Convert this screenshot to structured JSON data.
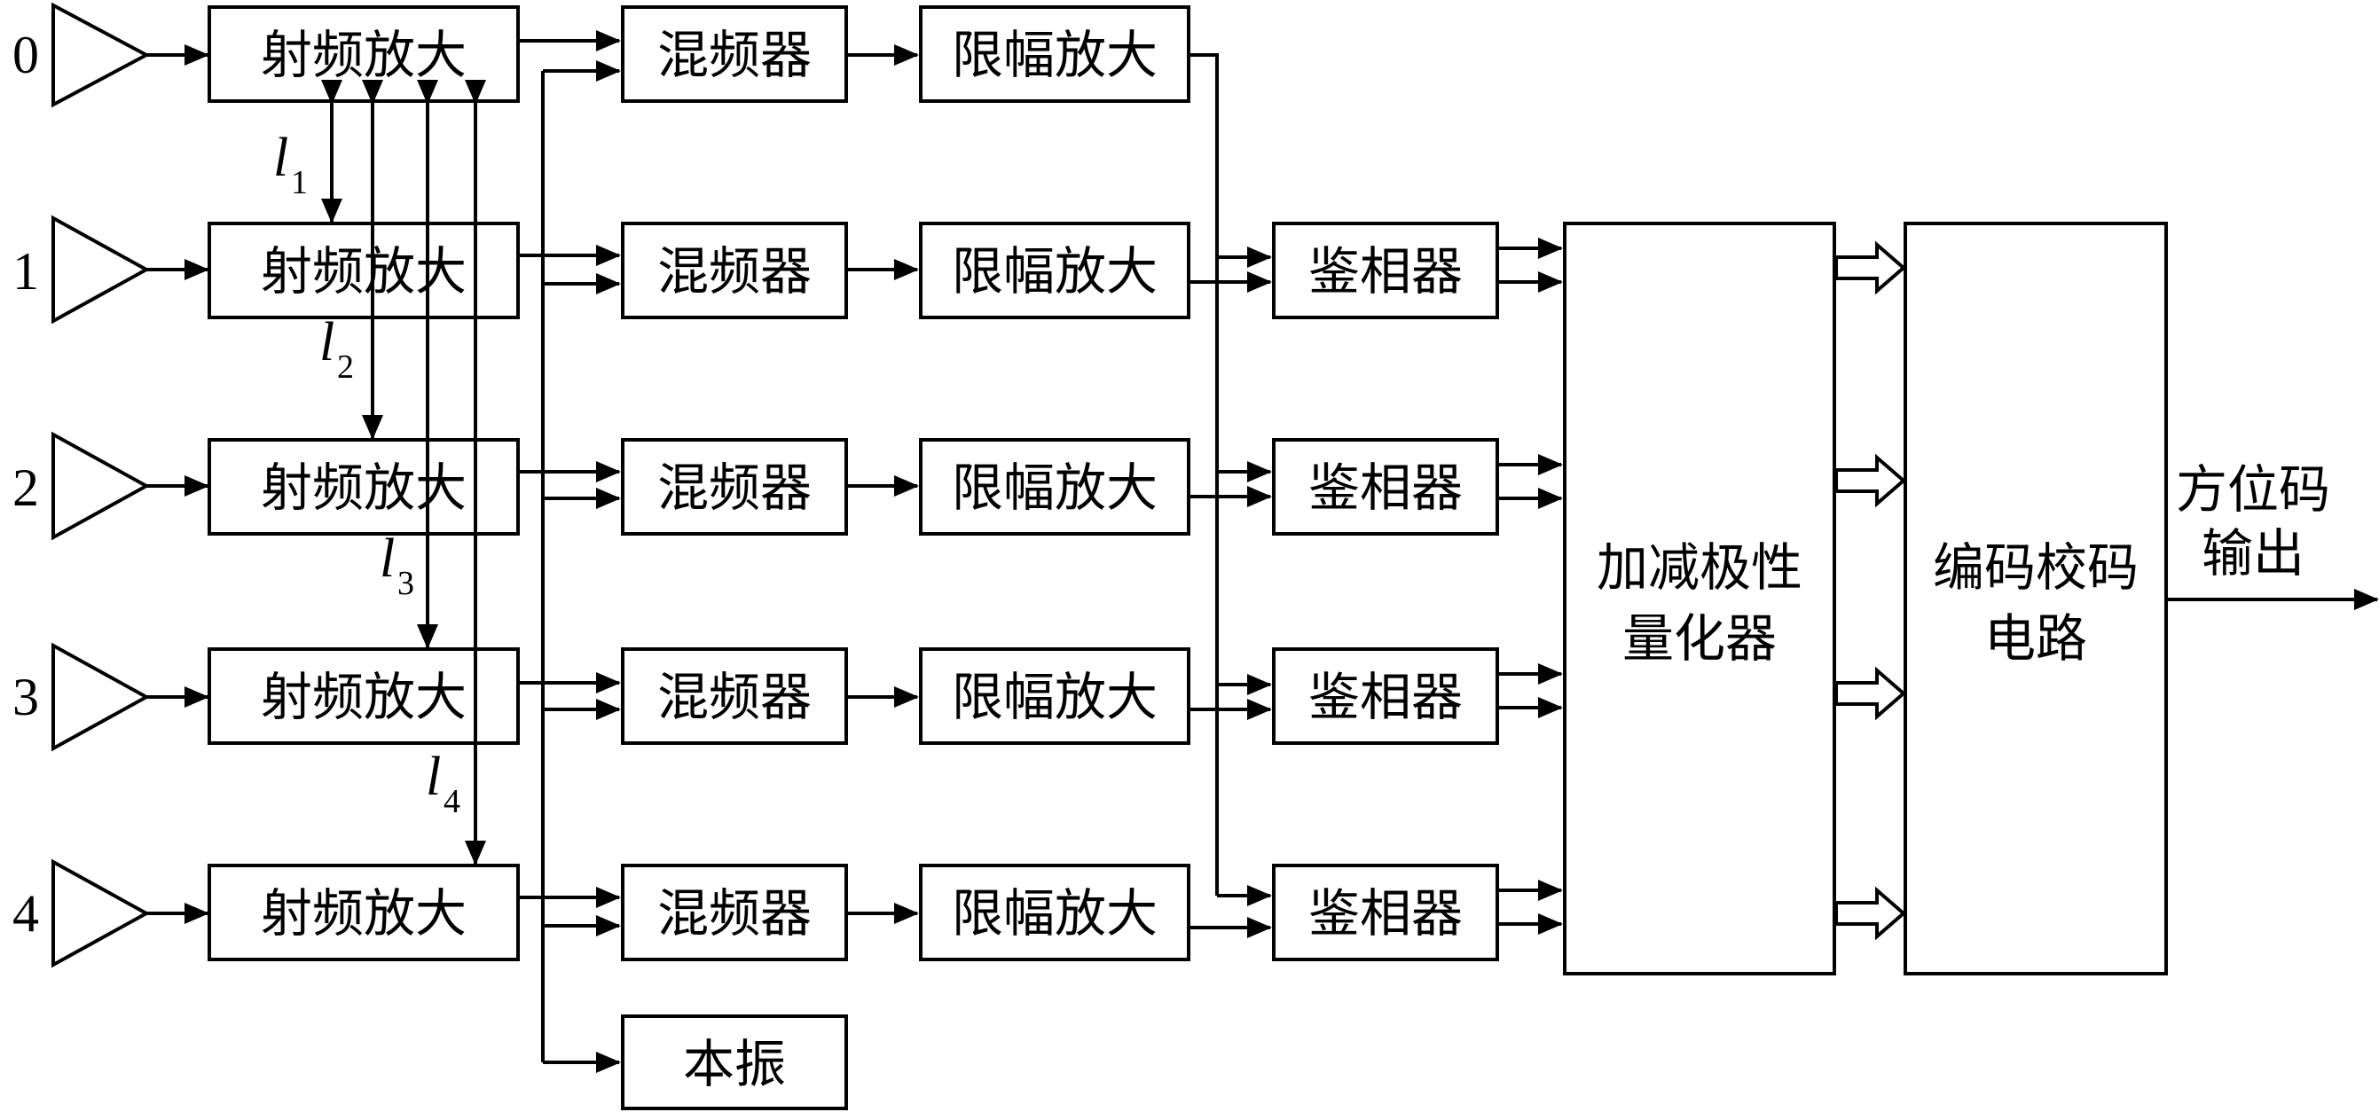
{
  "channels": [
    "0",
    "1",
    "2",
    "3",
    "4"
  ],
  "blocks": {
    "rf_amp": "射频放大",
    "mixer": "混频器",
    "limiter": "限幅放大",
    "phase_detector": "鉴相器",
    "local_osc": "本振",
    "quantizer_line1": "加减极性",
    "quantizer_line2": "量化器",
    "encoder_line1": "编码校码",
    "encoder_line2": "电路"
  },
  "output": {
    "line1": "方位码",
    "line2": "输出"
  },
  "baselines": [
    {
      "symbol": "l",
      "index": "1"
    },
    {
      "symbol": "l",
      "index": "2"
    },
    {
      "symbol": "l",
      "index": "3"
    },
    {
      "symbol": "l",
      "index": "4"
    }
  ]
}
